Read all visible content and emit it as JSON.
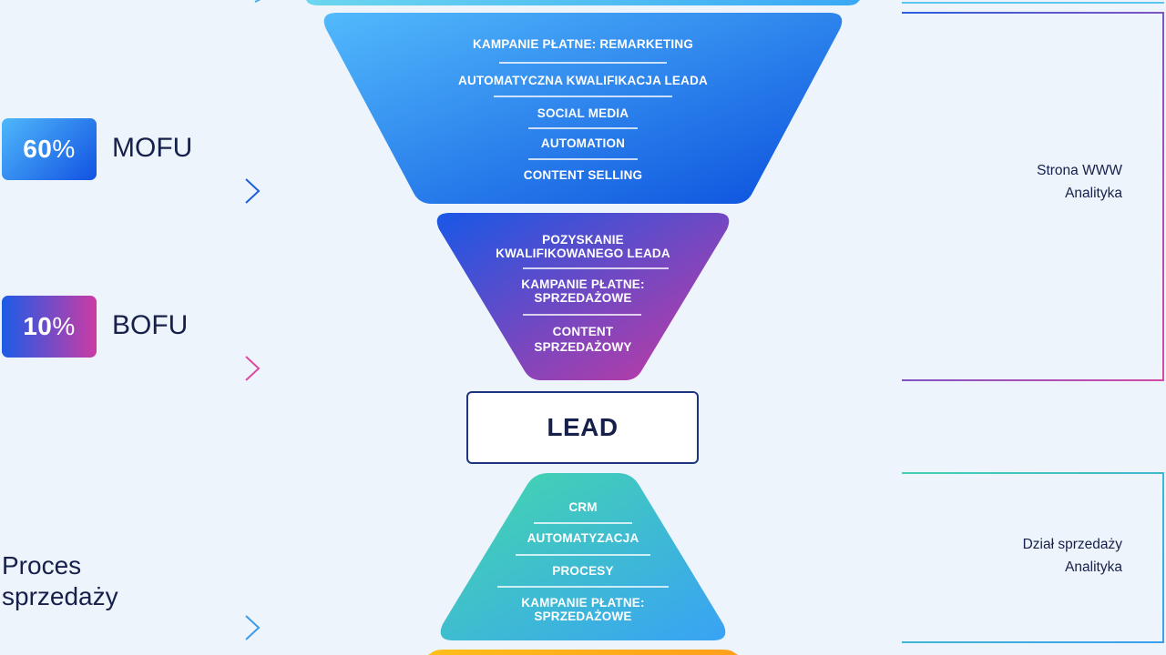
{
  "funnel": {
    "mofu_items": [
      "KAMPANIE PŁATNE: REMARKETING",
      "AUTOMATYCZNA KWALIFIKACJA LEADA",
      "SOCIAL MEDIA",
      "AUTOMATION",
      "CONTENT SELLING"
    ],
    "bofu_items": [
      "POZYSKANIE",
      "KWALIFIKOWANEGO LEADA",
      "KAMPANIE PŁATNE:",
      "SPRZEDAŻOWE",
      "CONTENT",
      "SPRZEDAŻOWY"
    ],
    "lead_label": "LEAD",
    "sales_items": [
      "CRM",
      "AUTOMATYZACJA",
      "PROCESY",
      "KAMPANIE PŁATNE:",
      "SPRZEDAŻOWE"
    ]
  },
  "stages": {
    "mofu": {
      "percent": "60",
      "percent_sign": "%",
      "label": "MOFU"
    },
    "bofu": {
      "percent": "10",
      "percent_sign": "%",
      "label": "BOFU"
    },
    "sales": {
      "line1": "Proces",
      "line2": "sprzedaży"
    }
  },
  "right": {
    "group1": {
      "line1": "Strona WWW",
      "line2": "Analityka"
    },
    "group2": {
      "line1": "Dział sprzedaży",
      "line2": "Analityka"
    }
  },
  "colors": {
    "mofu_start": "#4fb7fb",
    "mofu_end": "#0f55e0",
    "bofu_start": "#1e5ae6",
    "bofu_end": "#c23aac",
    "sales_start": "#3fd3b0",
    "sales_end": "#3aa4f2",
    "navy": "#16204a",
    "background": "#eef4fc"
  }
}
